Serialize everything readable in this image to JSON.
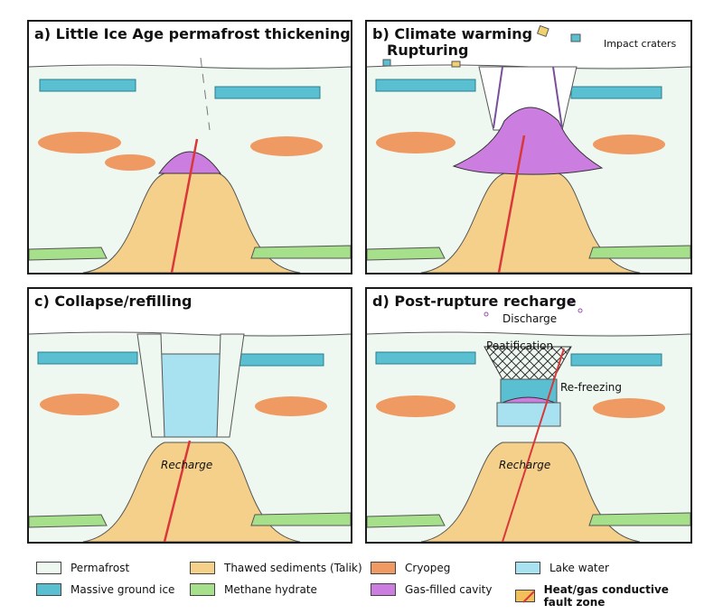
{
  "panels": {
    "a": {
      "title": "a) Little Ice Age permafrost thickening"
    },
    "b": {
      "title": "b) Climate warming",
      "subtitle": "Rupturing",
      "annotation": "Impact craters"
    },
    "c": {
      "title": "c) Collapse/refilling",
      "annotation": "Recharge"
    },
    "d": {
      "title": "d) Post-rupture recharge",
      "annotations": [
        "Discharge",
        "Peatification",
        "Re-freezing",
        "Recharge"
      ]
    }
  },
  "legend": [
    {
      "label": "Permafrost",
      "color": "#eef8f0"
    },
    {
      "label": "Massive ground ice",
      "color": "#5bbfd2"
    },
    {
      "label": "Thawed sediments (Talik)",
      "color": "#f5d08a"
    },
    {
      "label": "Methane hydrate",
      "color": "#a6e08a"
    },
    {
      "label": "Cryopeg",
      "color": "#ee9a62"
    },
    {
      "label": "Gas-filled cavity",
      "color": "#cc7ee0"
    },
    {
      "label": "Lake water",
      "color": "#a8e2f0"
    },
    {
      "label": "Heat/gas conductive fault zone",
      "color": "#f2c05a"
    }
  ]
}
